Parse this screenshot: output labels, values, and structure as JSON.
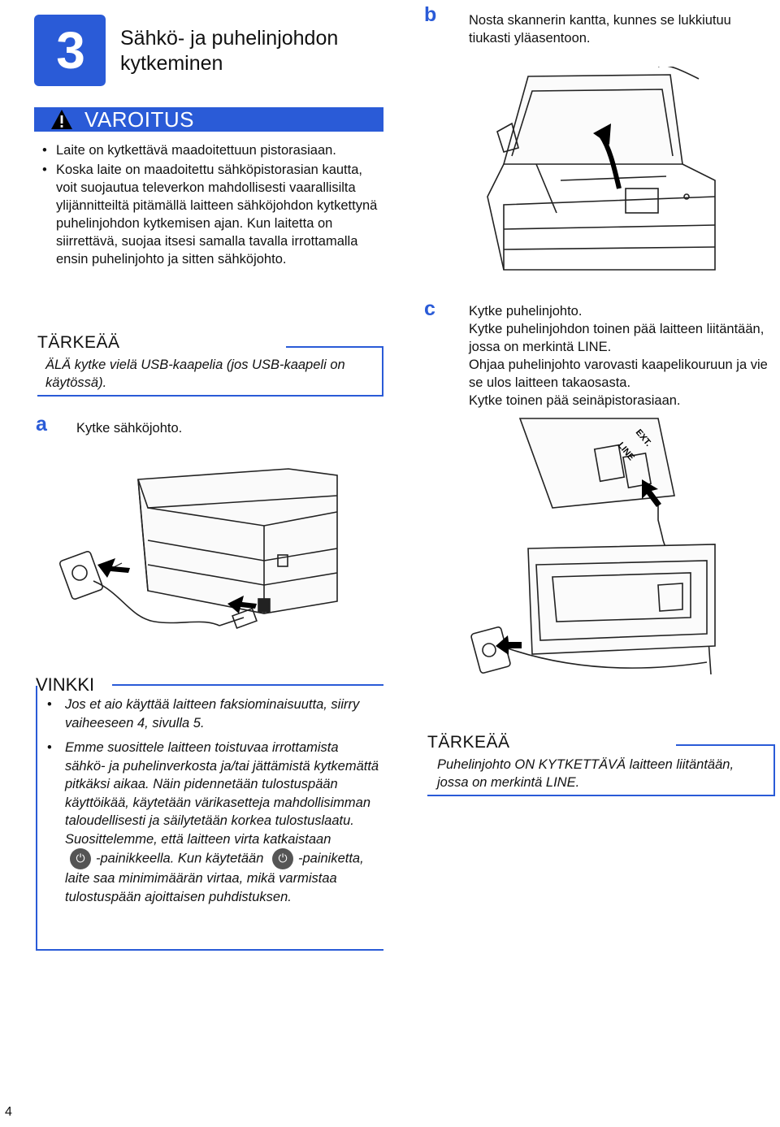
{
  "step": {
    "number": "3",
    "title": "Sähkö- ja puhelinjohdon kytkeminen"
  },
  "warning": {
    "label": "VAROITUS",
    "items": [
      "Laite on kytkettävä maadoitettuun pistorasiaan.",
      "Koska laite on maadoitettu sähköpistorasian kautta, voit suojautua televerkon mahdollisesti vaarallisilta ylijännitteiltä pitämällä laitteen sähköjohdon kytkettynä puhelinjohdon kytkemisen ajan. Kun laitetta on siirrettävä, suojaa itsesi samalla tavalla irrottamalla ensin puhelinjohto ja sitten sähköjohto."
    ]
  },
  "important_usb": {
    "title": "TÄRKEÄÄ",
    "text": "ÄLÄ kytke vielä USB-kaapelia (jos USB-kaapeli on käytössä)."
  },
  "step_a": {
    "letter": "a",
    "text": "Kytke sähköjohto."
  },
  "step_b": {
    "letter": "b",
    "text": "Nosta skannerin kantta, kunnes se lukkiutuu tiukasti yläasentoon."
  },
  "step_c": {
    "letter": "c",
    "lines": [
      "Kytke puhelinjohto.",
      "Kytke puhelinjohdon toinen pää laitteen liitäntään, jossa on merkintä LINE.",
      "Ohjaa puhelinjohto varovasti kaapelikouruun ja vie se ulos laitteen takaosasta.",
      "Kytke toinen pää seinäpistorasiaan."
    ]
  },
  "tip": {
    "title": "VINKKI",
    "item1": "Jos et aio käyttää laitteen faksiominaisuutta, siirry vaiheeseen 4, sivulla 5.",
    "item2_part1": "Emme suosittele laitteen toistuvaa irrottamista sähkö- ja puhelinverkosta ja/tai jättämistä kytkemättä pitkäksi aikaa. Näin pidennetään tulostuspään käyttöikää, käytetään värikasetteja mahdollisimman taloudellisesti ja säilytetään korkea tulostuslaatu. Suosittelemme, että laitteen virta katkaistaan",
    "item2_part2": "-painikkeella. Kun käytetään",
    "item2_part3": "-painiketta, laite saa minimimäärän virtaa, mikä varmistaa tulostuspään ajoittaisen puhdistuksen."
  },
  "important_line": {
    "title": "TÄRKEÄÄ",
    "text": "Puhelinjohto ON KYTKETTÄVÄ laitteen liitäntään, jossa on merkintä LINE."
  },
  "illustration_labels": {
    "ext": "EXT.",
    "line": "LINE"
  },
  "icons": {
    "warning": "warning-triangle-icon",
    "power": "power-button-icon"
  },
  "colors": {
    "accent": "#2a5bd7"
  },
  "page_number": "4"
}
